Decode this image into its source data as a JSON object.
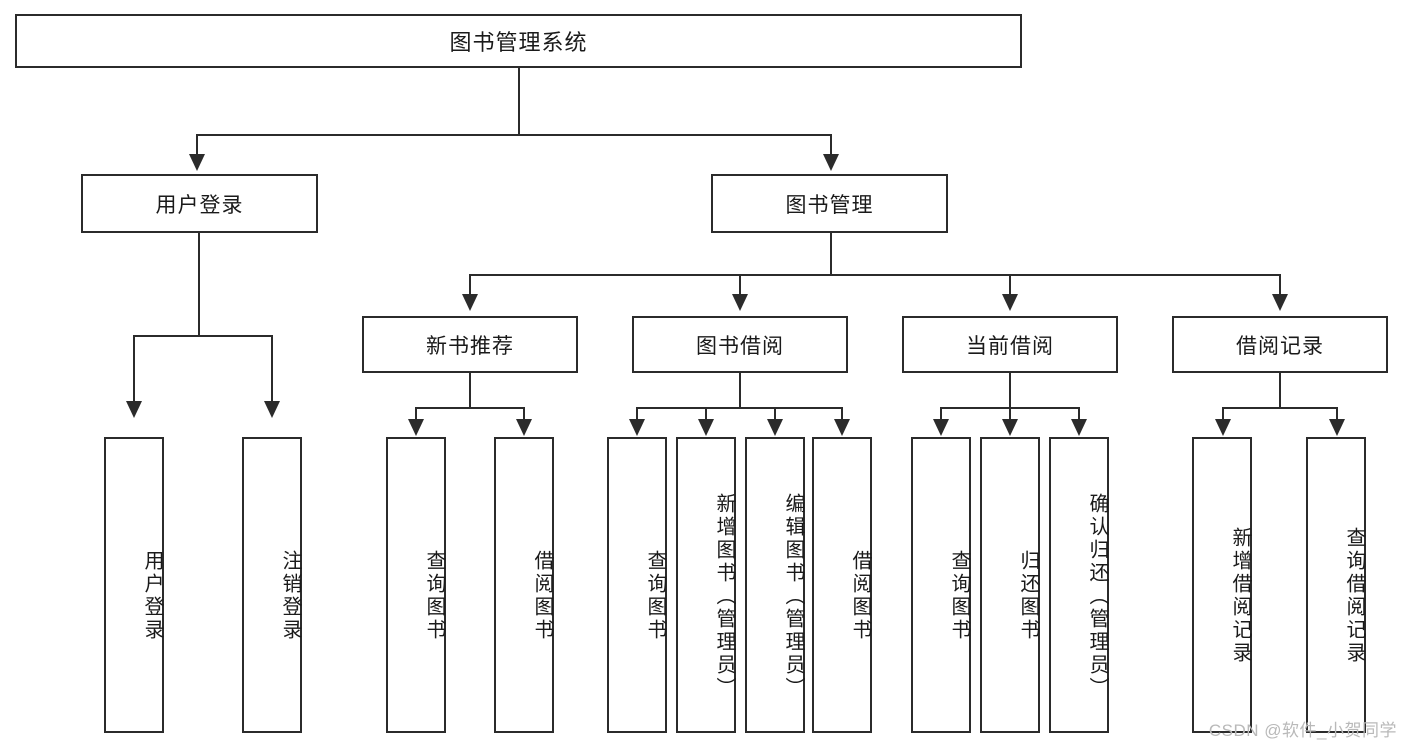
{
  "diagram": {
    "type": "tree",
    "title": "图书管理系统",
    "root": {
      "label": "图书管理系统"
    },
    "level1": [
      {
        "label": "用户登录"
      },
      {
        "label": "图书管理"
      }
    ],
    "level2": [
      {
        "label": "新书推荐"
      },
      {
        "label": "图书借阅"
      },
      {
        "label": "当前借阅"
      },
      {
        "label": "借阅记录"
      }
    ],
    "leaves": {
      "user_login": [
        {
          "label": "用户登录"
        },
        {
          "label": "注销登录"
        }
      ],
      "new_book": [
        {
          "label": "查询图书"
        },
        {
          "label": "借阅图书"
        }
      ],
      "book_borrow": [
        {
          "label": "查询图书"
        },
        {
          "label": "新增图书（管理员）"
        },
        {
          "label": "编辑图书（管理员）"
        },
        {
          "label": "借阅图书"
        }
      ],
      "current_borrow": [
        {
          "label": "查询图书"
        },
        {
          "label": "归还图书"
        },
        {
          "label": "确认归还（管理员）"
        }
      ],
      "borrow_record": [
        {
          "label": "新增借阅记录"
        },
        {
          "label": "查询借阅记录"
        }
      ]
    }
  },
  "watermark": {
    "text": "CSDN @软件_小贺同学"
  },
  "colors": {
    "stroke": "#2b2b2b",
    "fill": "#ffffff",
    "text": "#1a1a1a",
    "watermark": "#b9b9b9"
  }
}
